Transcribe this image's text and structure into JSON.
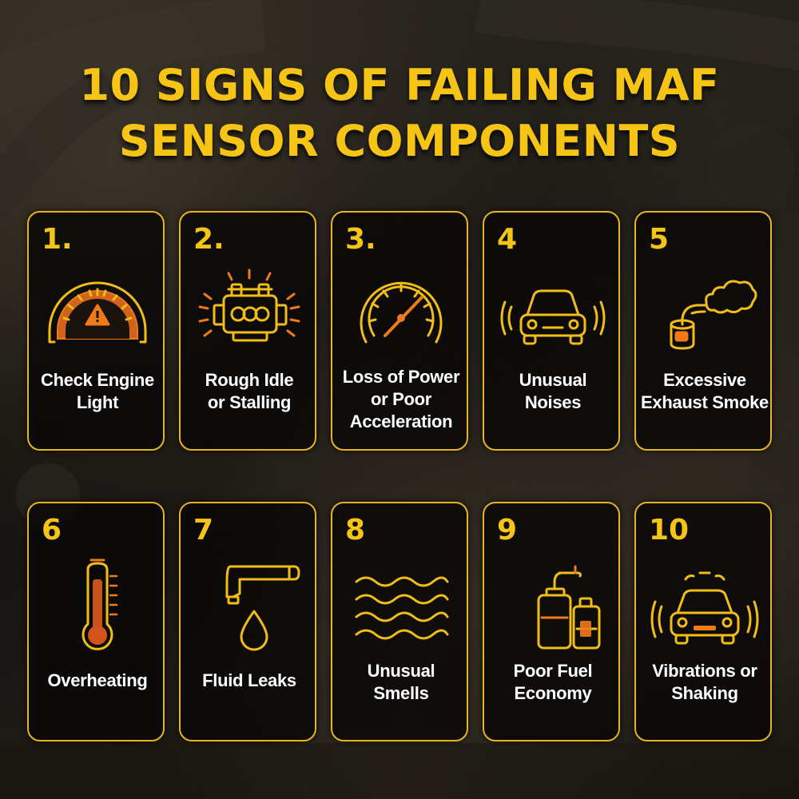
{
  "title": {
    "line1": "10 SIGNS OF FAILING MAF",
    "line2": "SENSOR COMPONENTS"
  },
  "colors": {
    "accent": "#f6c415",
    "orange": "#f07a1a",
    "text": "#ffffff"
  },
  "cards": [
    {
      "number": "1.",
      "line1": "Check Engine",
      "line2": "Light",
      "line3": "",
      "icon": "dashboard-warning-icon"
    },
    {
      "number": "2.",
      "line1": "Rough Idle",
      "line2": "or Stalling",
      "line3": "",
      "icon": "engine-icon"
    },
    {
      "number": "3.",
      "line1": "Loss of Power",
      "line2": "or Poor",
      "line3": "Acceleration",
      "icon": "speedometer-icon"
    },
    {
      "number": "4",
      "line1": "Unusual",
      "line2": "Noises",
      "line3": "",
      "icon": "car-noise-icon"
    },
    {
      "number": "5",
      "line1": "Excessive",
      "line2": "Exhaust Smoke",
      "line3": "",
      "icon": "exhaust-smoke-icon"
    },
    {
      "number": "6",
      "line1": "Overheating",
      "line2": "",
      "line3": "",
      "icon": "thermometer-icon"
    },
    {
      "number": "7",
      "line1": "Fluid Leaks",
      "line2": "",
      "line3": "",
      "icon": "fluid-drip-icon"
    },
    {
      "number": "8",
      "line1": "Unusual",
      "line2": "Smells",
      "line3": "",
      "icon": "smell-waves-icon"
    },
    {
      "number": "9",
      "line1": "Poor Fuel",
      "line2": "Economy",
      "line3": "",
      "icon": "fuel-bottle-icon"
    },
    {
      "number": "10",
      "line1": "Vibrations or",
      "line2": "Shaking",
      "line3": "",
      "icon": "car-vibration-icon"
    }
  ]
}
